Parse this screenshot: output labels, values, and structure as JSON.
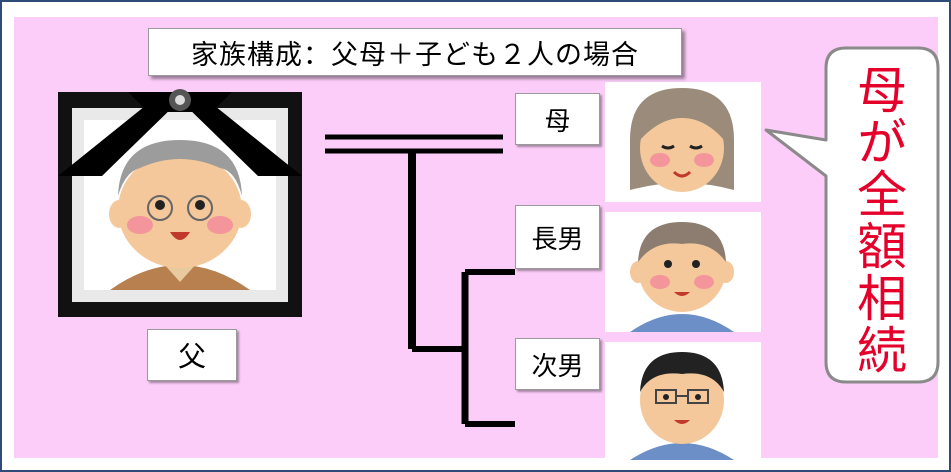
{
  "title": "家族構成：父母＋子ども２人の場合",
  "members": {
    "father": "父",
    "mother": "母",
    "eldest_son": "長男",
    "second_son": "次男"
  },
  "callout": "母が全額相続",
  "colors": {
    "panel": "#fccdf8",
    "frame_border": "#2e4b7a",
    "callout_text": "#e4002b"
  }
}
